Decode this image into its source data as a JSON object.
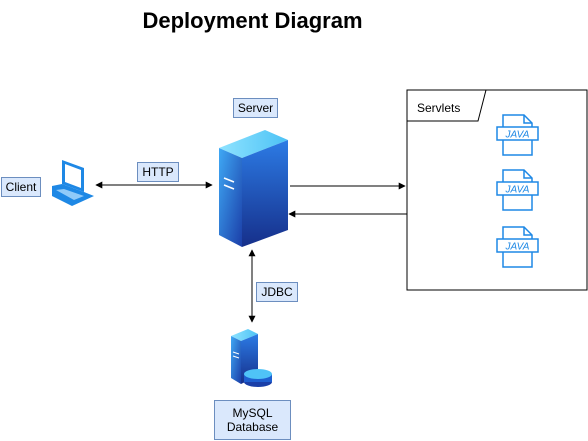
{
  "title": "Deployment Diagram",
  "nodes": {
    "server": {
      "label": "Server",
      "icon": "server-tower-icon"
    },
    "client": {
      "label": "Client",
      "icon": "laptop-icon"
    },
    "database": {
      "label": "MySQL\nDatabase",
      "label_line1": "MySQL",
      "label_line2": "Database",
      "icon": "database-server-icon"
    },
    "servlets": {
      "label": "Servlets",
      "icon": "java-file-icon",
      "item_text": "JAVA"
    }
  },
  "connections": {
    "http": {
      "label": "HTTP"
    },
    "jdbc": {
      "label": "JDBC"
    }
  },
  "colors": {
    "label_fill": "#dae8fc",
    "label_border": "#6c8ebf",
    "server_light": "#4fc3f7",
    "server_dark": "#1a3fa8",
    "icon_blue": "#1e88e5"
  }
}
